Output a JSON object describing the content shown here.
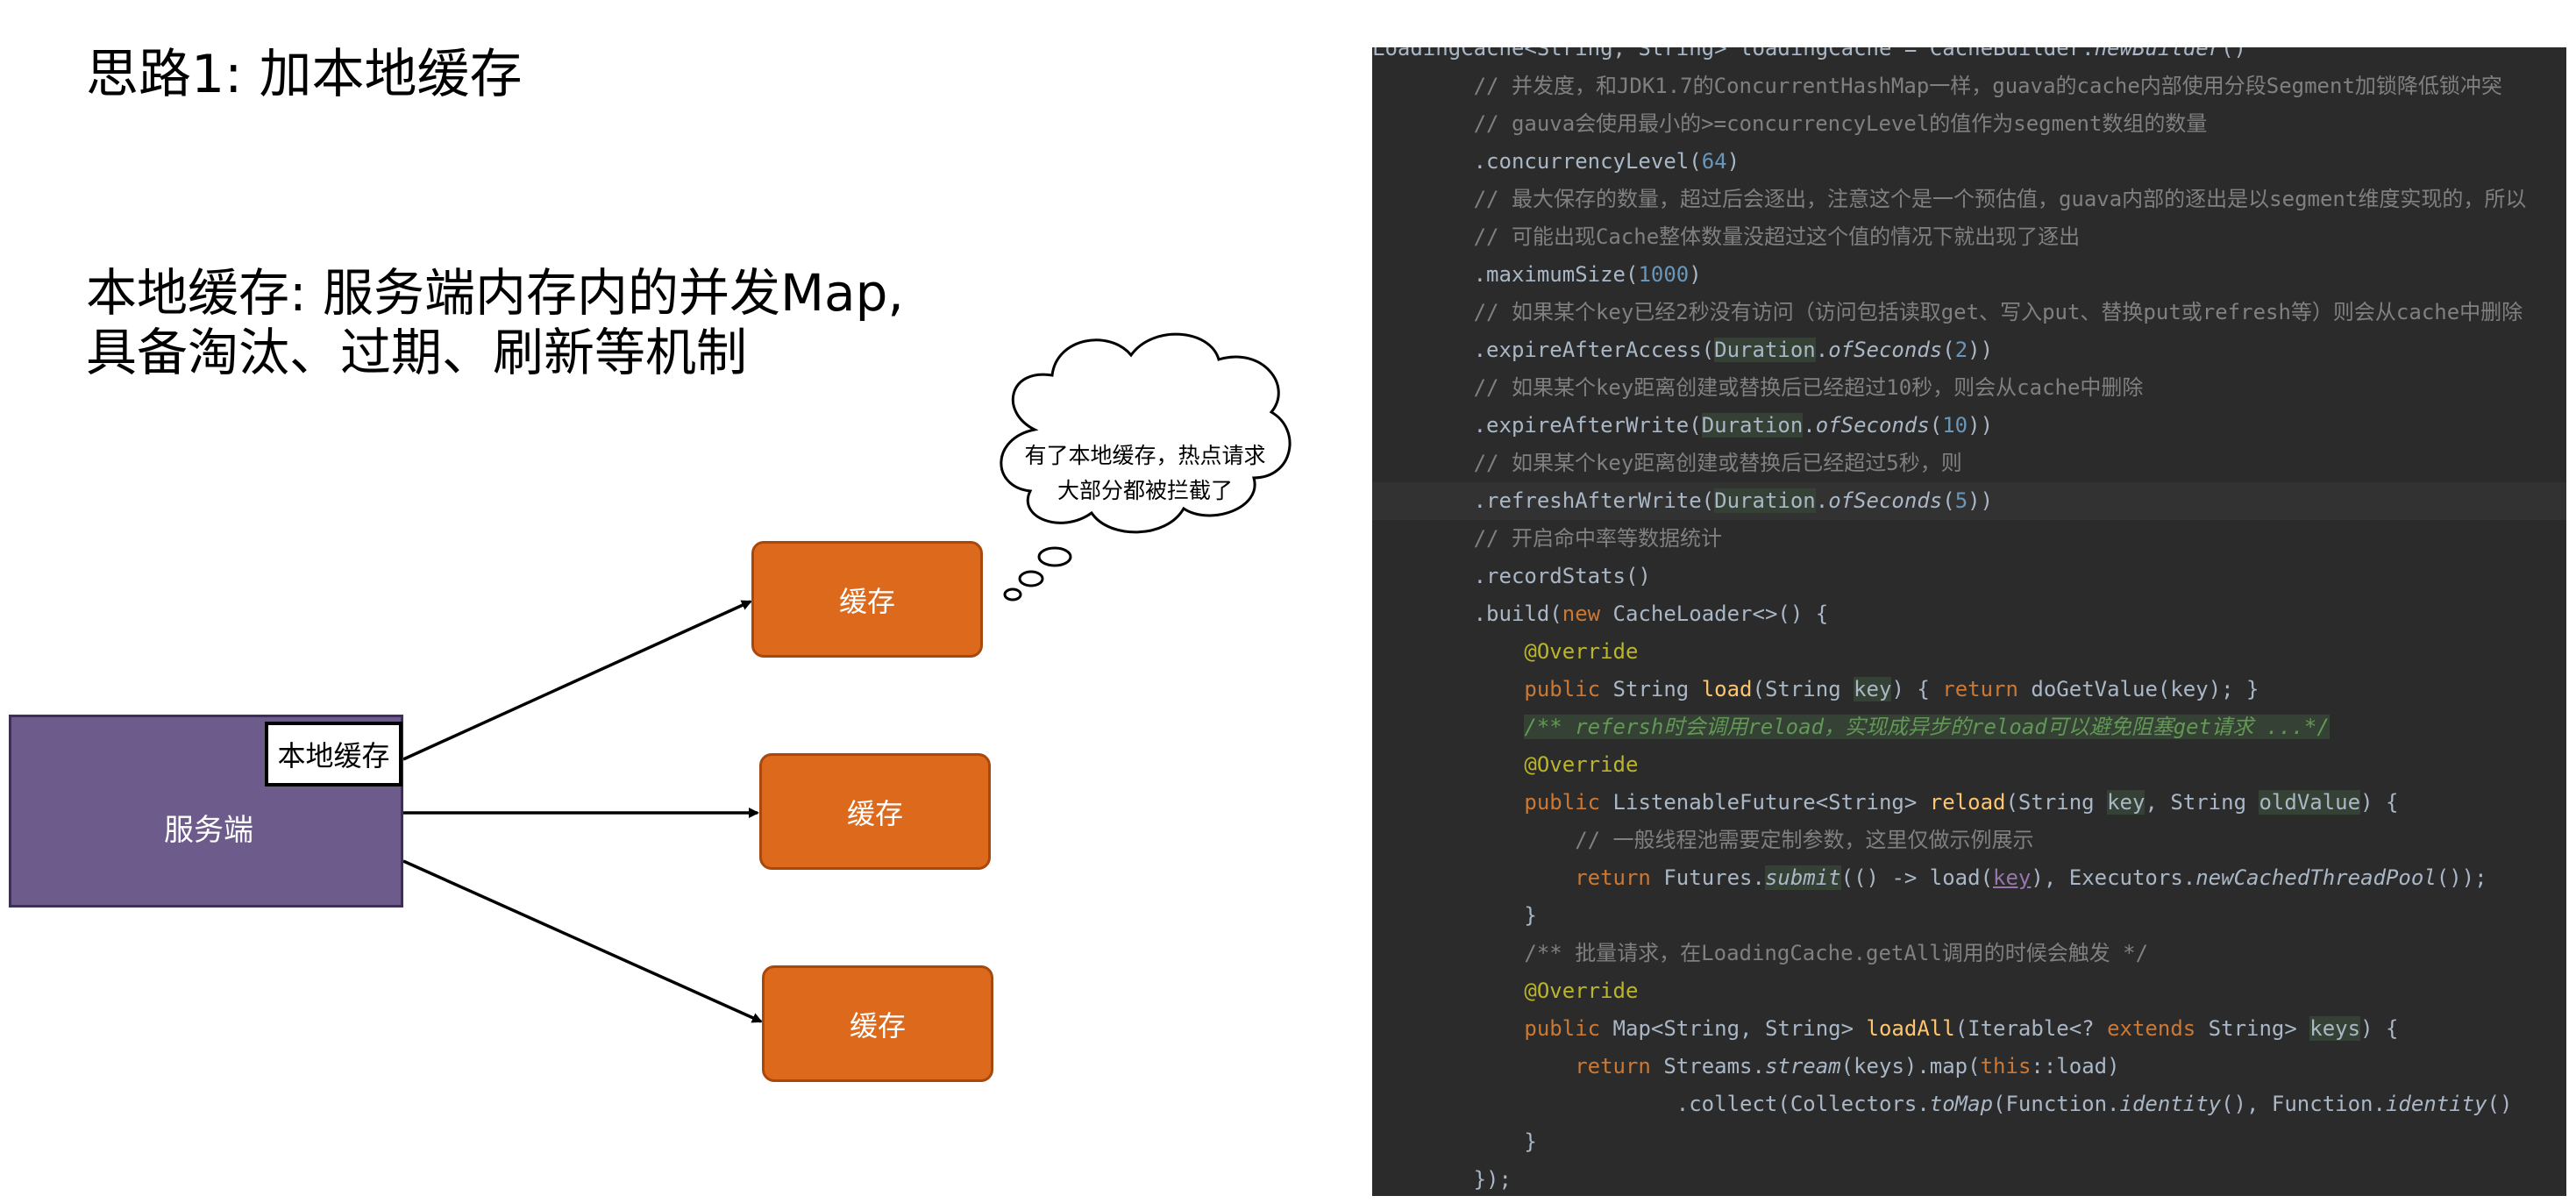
{
  "title": "思路1: 加本地缓存",
  "description": {
    "term": "本地缓存",
    "line1_rest": ": 服务端内存内的并发Map,",
    "line2": "具备淘汰、过期、刷新等机制"
  },
  "diagram": {
    "server_label": "服务端",
    "local_cache_label": "本地缓存",
    "cache_labels": [
      "缓存",
      "缓存",
      "缓存"
    ],
    "thought_bubble": [
      "有了本地缓存，热点请求",
      "大部分都被拦截了"
    ],
    "colors": {
      "server_fill": "#6c5b8b",
      "cache_fill": "#dd6a1c"
    }
  },
  "code": {
    "lines": [
      "LoadingCache<String, String> loadingCache = CacheBuilder.newBuilder()",
      "        // 并发度，和JDK1.7的ConcurrentHashMap一样，guava的cache内部使用分段Segment加锁降低锁冲突",
      "        // gauva会使用最小的>=concurrencyLevel的值作为segment数组的数量",
      "        .concurrencyLevel(64)",
      "        // 最大保存的数量，超过后会逐出，注意这个是一个预估值，guava内部的逐出是以segment维度实现的，所以",
      "        // 可能出现Cache整体数量没超过这个值的情况下就出现了逐出",
      "        .maximumSize(1000)",
      "        // 如果某个key已经2秒没有访问（访问包括读取get、写入put、替换put或refresh等）则会从cache中删除",
      "        .expireAfterAccess(Duration.ofSeconds(2))",
      "        // 如果某个key距离创建或替换后已经超过10秒，则会从cache中删除",
      "        .expireAfterWrite(Duration.ofSeconds(10))",
      "        // 如果某个key距离创建或替换后已经超过5秒，则",
      "        .refreshAfterWrite(Duration.ofSeconds(5))",
      "        // 开启命中率等数据统计",
      "        .recordStats()",
      "        .build(new CacheLoader<>() {",
      "            @Override",
      "            public String load(String key) { return doGetValue(key); }",
      "            /** refersh时会调用reload，实现成异步的reload可以避免阻塞get请求 ...*/",
      "            @Override",
      "            public ListenableFuture<String> reload(String key, String oldValue) {",
      "                // 一般线程池需要定制参数，这里仅做示例展示",
      "                return Futures.submit(() -> load(key), Executors.newCachedThreadPool());",
      "            }",
      "            /** 批量请求，在LoadingCache.getAll调用的时候会触发 */",
      "            @Override",
      "            public Map<String, String> loadAll(Iterable<? extends String> keys) {",
      "                return Streams.stream(keys).map(this::load)",
      "                        .collect(Collectors.toMap(Function.identity(), Function.identity()",
      "            }",
      "        });"
    ]
  }
}
